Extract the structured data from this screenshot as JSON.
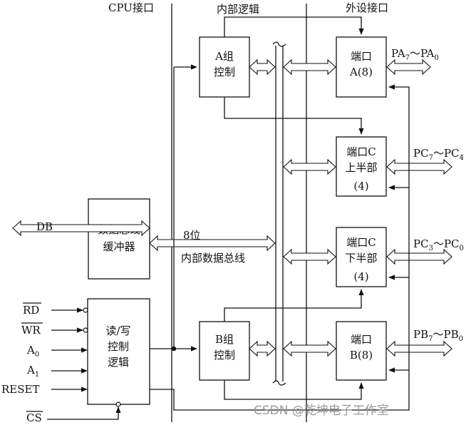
{
  "sections": {
    "cpu": "CPU接口",
    "internal": "内部逻辑",
    "external": "外设接口"
  },
  "blocks": {
    "groupA": [
      "A组",
      "控制"
    ],
    "groupB": [
      "B组",
      "控制"
    ],
    "buffer": [
      "数据总线",
      "缓冲器"
    ],
    "rw": [
      "读/写",
      "控制",
      "逻辑"
    ],
    "portA": [
      "端口",
      "A(8)"
    ],
    "portCU": [
      "端口C",
      "上半部",
      "(4)"
    ],
    "portCL": [
      "端口C",
      "下半部",
      "(4)"
    ],
    "portB": [
      "端口",
      "B(8)"
    ]
  },
  "bus": {
    "width": "8位",
    "name": "内部数据总线"
  },
  "signals": {
    "db": "DB",
    "rd": "RD",
    "wr": "WR",
    "a0": "A",
    "a0_sub": "0",
    "a1": "A",
    "a1_sub": "1",
    "reset": "RESET",
    "cs": "CS"
  },
  "ports": {
    "pa": [
      "PA",
      "7",
      "～PA",
      "0"
    ],
    "pcu": [
      "PC",
      "7",
      "～PC",
      "4"
    ],
    "pcl": [
      "PC",
      "3",
      "～PC",
      "0"
    ],
    "pb": [
      "PB",
      "7",
      "～PB",
      "0"
    ]
  },
  "watermark": "CSDN @乾坤电子工作室"
}
